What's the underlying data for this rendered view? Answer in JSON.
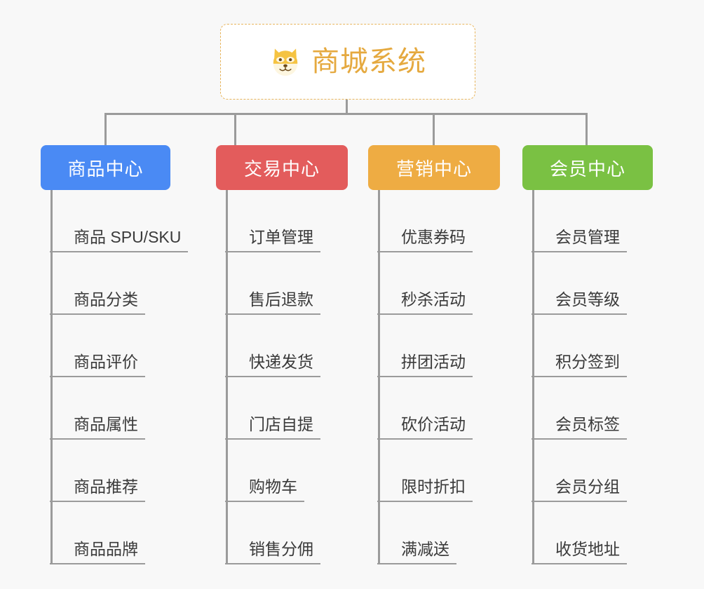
{
  "background_color": "#f8f8f8",
  "root": {
    "title": "商城系统",
    "emoji_name": "shiba-dog-face-emoji",
    "color": "#e5a93f",
    "border_color": "#e8b55c"
  },
  "connector_color": "#9b9b9b",
  "columns": [
    {
      "id": "product-center",
      "title": "商品中心",
      "color": "#4a8af4",
      "items": [
        "商品 SPU/SKU",
        "商品分类",
        "商品评价",
        "商品属性",
        "商品推荐",
        "商品品牌"
      ]
    },
    {
      "id": "trade-center",
      "title": "交易中心",
      "color": "#e35c5c",
      "items": [
        "订单管理",
        "售后退款",
        "快递发货",
        "门店自提",
        "购物车",
        "销售分佣"
      ]
    },
    {
      "id": "marketing-center",
      "title": "营销中心",
      "color": "#eeac43",
      "items": [
        "优惠券码",
        "秒杀活动",
        "拼团活动",
        "砍价活动",
        "限时折扣",
        "满减送"
      ]
    },
    {
      "id": "member-center",
      "title": "会员中心",
      "color": "#7ac143",
      "items": [
        "会员管理",
        "会员等级",
        "积分签到",
        "会员标签",
        "会员分组",
        "收货地址"
      ]
    }
  ]
}
